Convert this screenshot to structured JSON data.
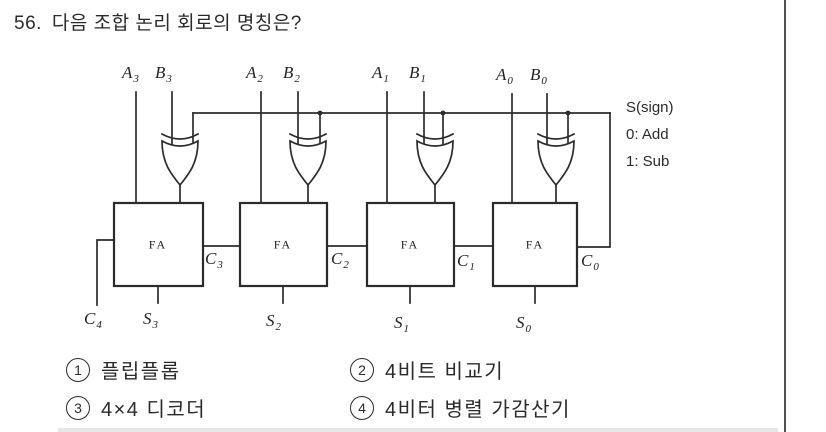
{
  "question": {
    "number": "56.",
    "text": "다음 조합 논리 회로의 명칭은?"
  },
  "circuit": {
    "type": "4-bit parallel adder-subtractor",
    "fa_label": "FA",
    "inputs": [
      {
        "base": "A",
        "sub": "3"
      },
      {
        "base": "B",
        "sub": "3"
      },
      {
        "base": "A",
        "sub": "2"
      },
      {
        "base": "B",
        "sub": "2"
      },
      {
        "base": "A",
        "sub": "1"
      },
      {
        "base": "B",
        "sub": "1"
      },
      {
        "base": "A",
        "sub": "0"
      },
      {
        "base": "B",
        "sub": "0"
      }
    ],
    "carries": [
      {
        "base": "C",
        "sub": "3"
      },
      {
        "base": "C",
        "sub": "2"
      },
      {
        "base": "C",
        "sub": "1"
      },
      {
        "base": "C",
        "sub": "0"
      },
      {
        "base": "C",
        "sub": "4"
      }
    ],
    "sums": [
      {
        "base": "S",
        "sub": "3"
      },
      {
        "base": "S",
        "sub": "2"
      },
      {
        "base": "S",
        "sub": "1"
      },
      {
        "base": "S",
        "sub": "0"
      }
    ],
    "sign": {
      "label": "S(sign)",
      "mode0": "0: Add",
      "mode1": "1: Sub"
    },
    "line_color": "#2b2b2b"
  },
  "choices": [
    {
      "num": "1",
      "label": "플립플롭"
    },
    {
      "num": "2",
      "label": "4비트 비교기"
    },
    {
      "num": "3",
      "label": "4×4 디코더"
    },
    {
      "num": "4",
      "label": "4비터 병렬 가감산기"
    }
  ]
}
